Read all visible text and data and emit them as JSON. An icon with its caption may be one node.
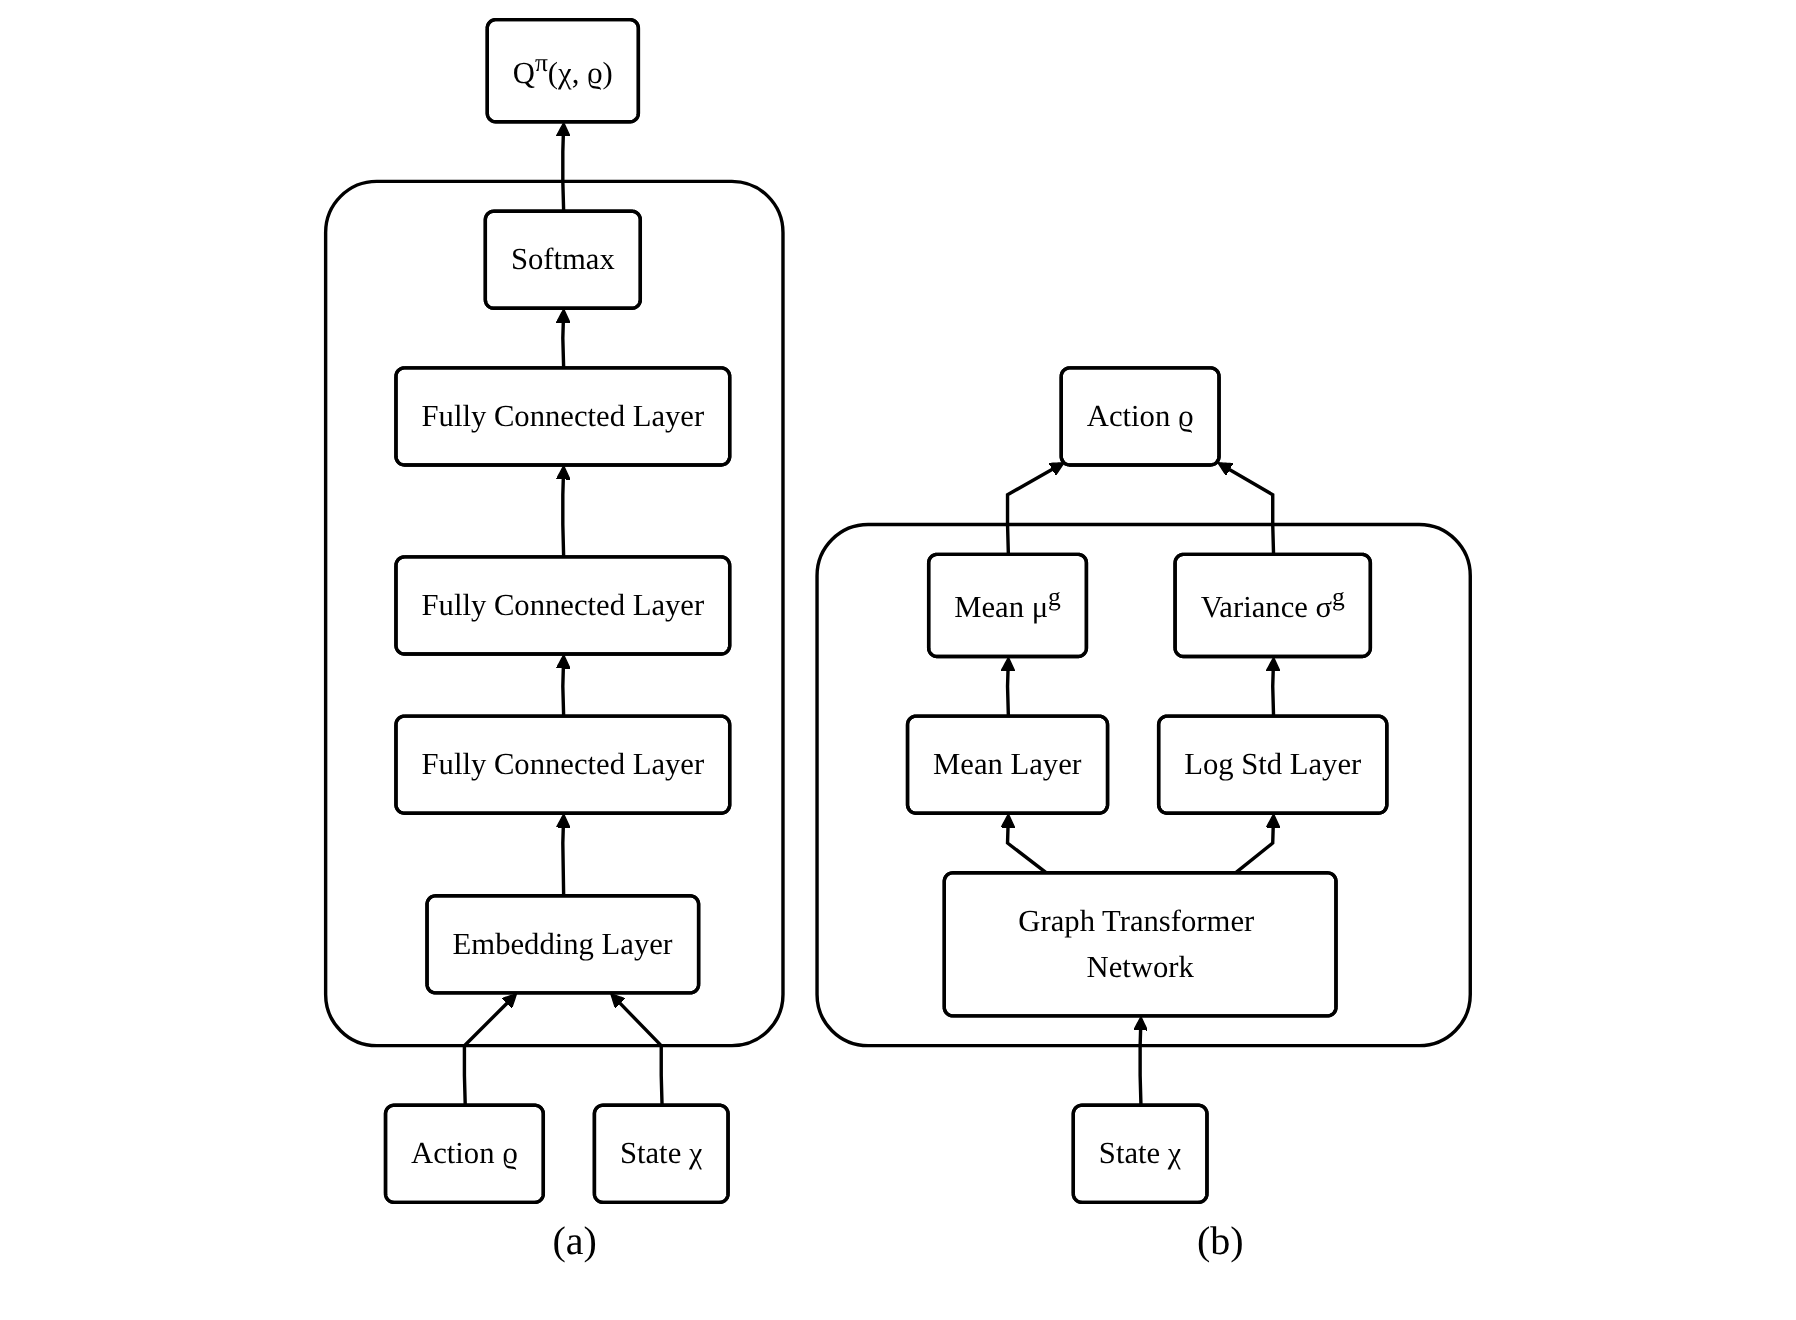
{
  "diagram": {
    "nodes": [
      {
        "text": [
          "Action ϱ"
        ]
      },
      {
        "text": [],
        "shape": "box"
      },
      {
        "text": [
          "Mean μ$^{g}$"
        ],
        "in": 1
      },
      {
        "text": [
          "Variance σ$^{g}$"
        ],
        "in": 1
      },
      {
        "text": [
          "Mean Layer"
        ],
        "in": 1
      },
      {
        "text": [
          "Log Std Layer"
        ],
        "in": 1
      },
      {
        "text": [
          "Graph Transformer Network"
        ],
        "in": 1
      },
      {
        "text": [
          "State χ"
        ]
      },
      {
        "text": [
          "Q$^{π}$(χ, ϱ)"
        ]
      },
      {
        "text": [],
        "shape": "box"
      },
      {
        "text": [
          "Softmax"
        ],
        "in": 9
      },
      {
        "text": [
          "Fully Connected Layer"
        ],
        "in": 9
      },
      {
        "text": [
          "Fully Connected Layer"
        ],
        "in": 9
      },
      {
        "text": [
          "Fully Connected Layer"
        ],
        "in": 9
      },
      {
        "text": [
          "Embedding Layer"
        ],
        "in": 9
      },
      {
        "text": [
          "Action ϱ"
        ]
      },
      {
        "text": [
          "State χ"
        ]
      }
    ],
    "edges": [
      {
        "from": 7,
        "to": 6,
        "arrow": "to"
      },
      {
        "from": 6,
        "to": 4,
        "arrow": "to"
      },
      {
        "from": 6,
        "to": 5,
        "arrow": "to"
      },
      {
        "from": 4,
        "to": 2,
        "arrow": "to"
      },
      {
        "from": 5,
        "to": 3,
        "arrow": "to"
      },
      {
        "from": 2,
        "to": 0,
        "arrow": "to"
      },
      {
        "from": 3,
        "to": 0,
        "arrow": "to"
      },
      {
        "from": 15,
        "to": 14,
        "arrow": "to"
      },
      {
        "from": 16,
        "to": 14,
        "arrow": "to"
      },
      {
        "from": 14,
        "to": 13,
        "arrow": "to"
      },
      {
        "from": 13,
        "to": 12,
        "arrow": "to"
      },
      {
        "from": 12,
        "to": 11,
        "arrow": "to"
      },
      {
        "from": 11,
        "to": 10,
        "arrow": "to"
      },
      {
        "from": 10,
        "to": 8,
        "arrow": "to"
      }
    ],
    "labels": [
      "(a)",
      "(b)"
    ]
  }
}
